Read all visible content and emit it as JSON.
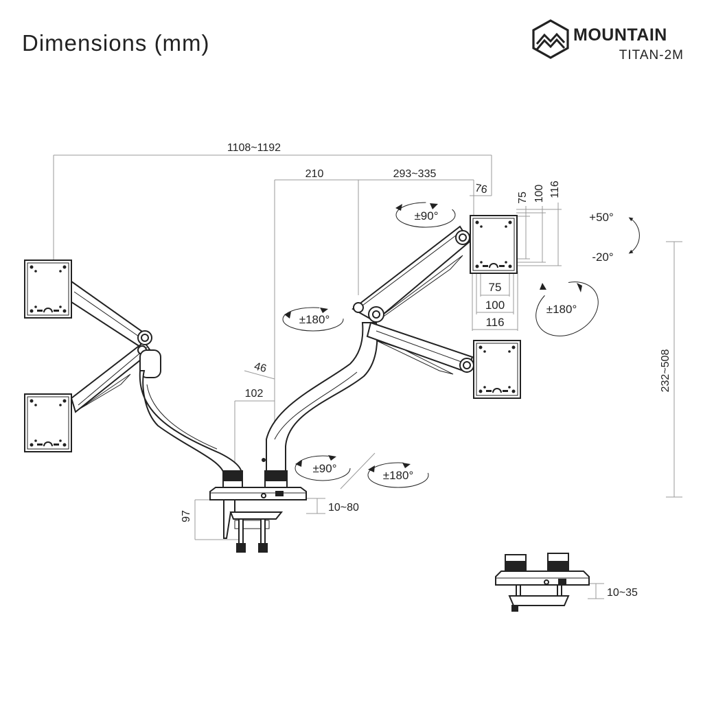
{
  "header": {
    "title": "Dimensions (mm)",
    "brand": "MOUNTAIN",
    "model": "TITAN-2M"
  },
  "dimensions": {
    "total_span": "1108~1192",
    "base_to_joint": "210",
    "second_arm": "293~335",
    "head_offset": "76",
    "vesa_75_v": "75",
    "vesa_100_v": "100",
    "vesa_116_v": "116",
    "vesa_75_h": "75",
    "vesa_100_h": "100",
    "vesa_116_h": "116",
    "pole_offset": "46",
    "pole_spacing": "102",
    "height_range": "232~508",
    "clamp_height": "97",
    "clamp_range": "10~80",
    "grommet_range": "10~35"
  },
  "rotations": {
    "head_swivel": "±90°",
    "tilt_up": "+50°",
    "tilt_down": "-20°",
    "screen_rotation": "±180°",
    "elbow_swivel": "±180°",
    "base_swivel_a": "±90°",
    "base_swivel_b": "±180°"
  },
  "colors": {
    "line": "#222222",
    "dim_line": "#999999",
    "background": "#ffffff"
  }
}
